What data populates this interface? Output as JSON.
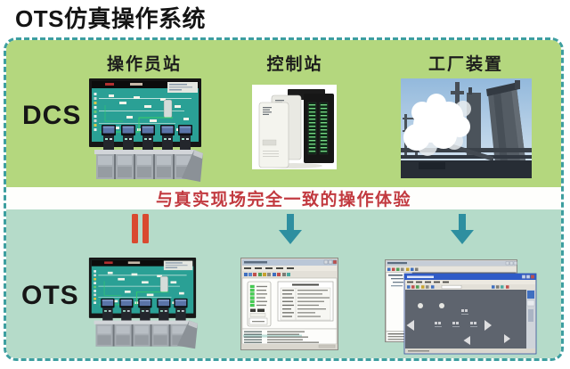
{
  "page": {
    "title": "OTS仿真操作系统"
  },
  "rows": {
    "dcs": {
      "label": "DCS"
    },
    "ots": {
      "label": "OTS"
    }
  },
  "columns": [
    {
      "header": "操作员站"
    },
    {
      "header": "控制站"
    },
    {
      "header": "工厂装置"
    }
  ],
  "banner": {
    "text": "与真实现场完全一致的操作体验"
  },
  "connectors": [
    {
      "type": "equals",
      "icon": "double-red-bars"
    },
    {
      "type": "arrow-down",
      "icon": "teal-down-arrow"
    },
    {
      "type": "arrow-down",
      "icon": "teal-down-arrow"
    }
  ],
  "colors": {
    "dcs_bg": "#b4d77e",
    "ots_bg": "#b5dbc9",
    "box_border": "#3d9ea0",
    "banner_bg": "#fefefc",
    "banner_text": "#c23a40",
    "equals_color": "#d94a30",
    "arrow_color": "#2e8fa0"
  }
}
